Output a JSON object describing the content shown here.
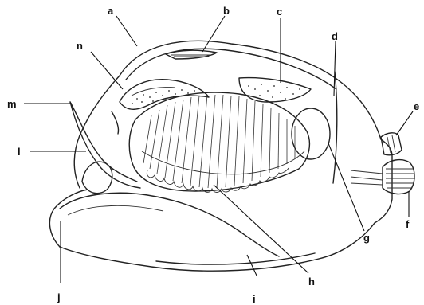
{
  "labels": {
    "a": "a",
    "b": "b",
    "c": "c",
    "d": "d",
    "e": "e",
    "f": "f",
    "g": "g",
    "h": "h",
    "i": "i",
    "j": "j",
    "l": "l",
    "m": "m",
    "n": "n"
  },
  "colors": {
    "ink": "#222222",
    "background": "#ffffff"
  }
}
